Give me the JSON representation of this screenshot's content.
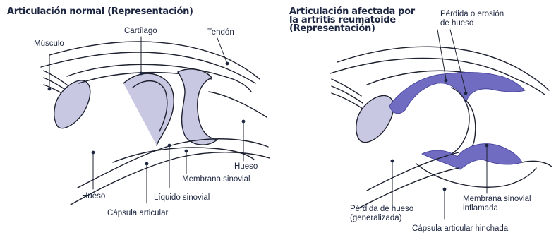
{
  "left_panel": {
    "title": "Articulación normal (Representación)",
    "labels": {
      "musculo": "Músculo",
      "cartilago": "Cartílago",
      "tendon": "Tendón",
      "hueso_left": "Hueso",
      "hueso_right": "Hueso",
      "membrana_sinovial": "Membrana sinovial",
      "liquido_sinovial": "Líquido sinovial",
      "capsula_articular": "Cápsula articular"
    }
  },
  "right_panel": {
    "title_lines": [
      "Articulación afectada por",
      "la artritis reumatoide",
      "(Representación)"
    ],
    "labels": {
      "perdida_erosion_1": "Pérdida o erosión",
      "perdida_erosion_2": "de hueso",
      "perdida_hueso_1": "Pérdida de hueso",
      "perdida_hueso_2": "(generalizada)",
      "membrana_inflamada_1": "Membrana sinovial",
      "membrana_inflamada_2": "inflamada",
      "capsula_hinchada": "Cápsula articular hinchada"
    }
  },
  "colors": {
    "ink": "#1d2640",
    "line": "#1e2230",
    "cartilage": "#c9c8e3",
    "inflamed": "#6f6cc1"
  }
}
